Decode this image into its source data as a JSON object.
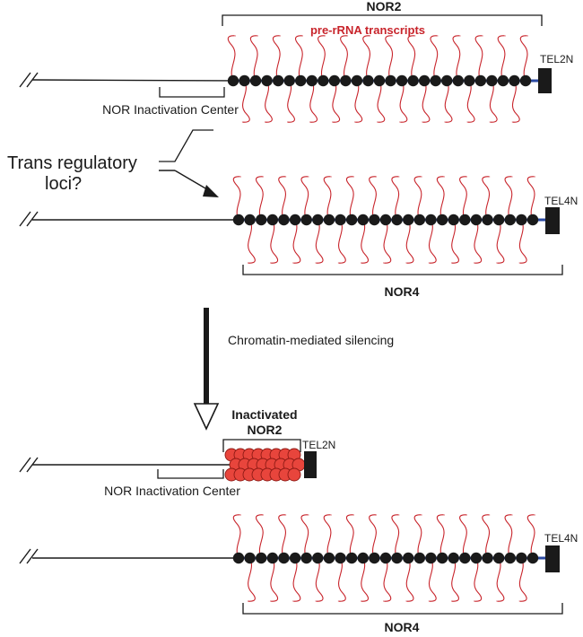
{
  "labels": {
    "nor2_top": "NOR2",
    "pre_rrna": "pre-rRNA transcripts",
    "tel2n_top": "TEL2N",
    "nor_inactivation_center_top": "NOR Inactivation Center",
    "trans_regulatory_line1": "Trans regulatory",
    "trans_regulatory_line2": "loci?",
    "tel4n_mid": "TEL4N",
    "nor4_mid": "NOR4",
    "chromatin_silencing": "Chromatin-mediated silencing",
    "inactivated_line1": "Inactivated",
    "inactivated_line2": "NOR2",
    "tel2n_bottom": "TEL2N",
    "nor_inactivation_center_bottom": "NOR Inactivation Center",
    "tel4n_bottom": "TEL4N",
    "nor4_bottom": "NOR4"
  },
  "colors": {
    "chromosome": "#1a1a1a",
    "rdna_backbone": "#2b4aa3",
    "transcript": "#c8242b",
    "heterochromatin": "#e8453c"
  },
  "diagram": {
    "active_rrna_units_per_nor": 27,
    "condensed_units": 24
  }
}
